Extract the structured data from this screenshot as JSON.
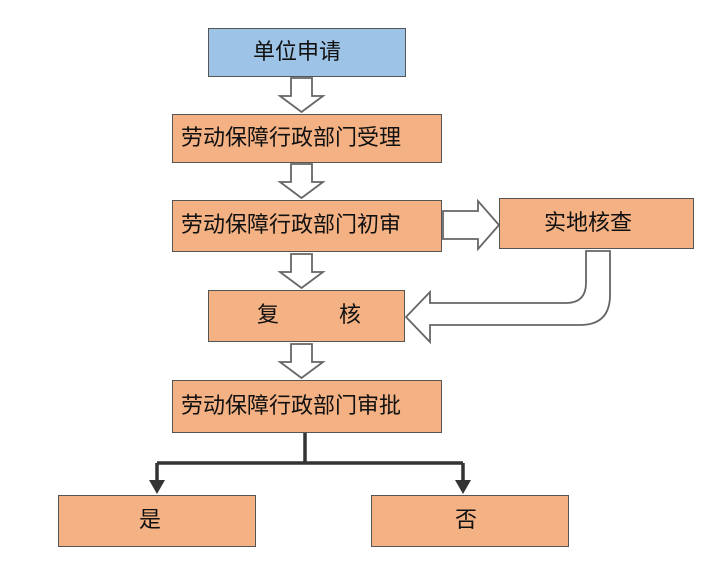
{
  "flowchart": {
    "nodes": {
      "apply": "单位申请",
      "accept": "劳动保障行政部门受理",
      "preliminary": "劳动保障行政部门初审",
      "inspect": "实地核查",
      "review_1": "复",
      "review_2": "核",
      "approve": "劳动保障行政部门审批",
      "yes": "是",
      "no": "否"
    },
    "colors": {
      "start_fill": "#9dc3e6",
      "step_fill": "#f4b183",
      "border": "#555555",
      "arrow_outline": "#666666",
      "branch_line": "#333333"
    }
  }
}
